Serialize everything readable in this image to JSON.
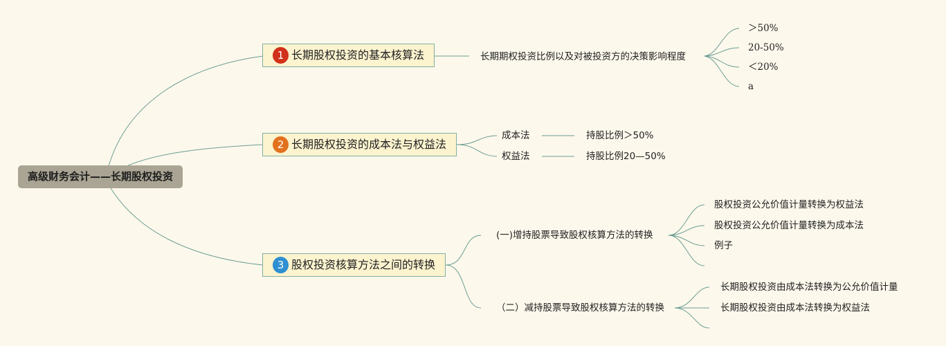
{
  "root": {
    "label": "高级财务会计——长期股权投资"
  },
  "colors": {
    "badge1": "#d1311a",
    "badge2": "#e2711d",
    "badge3": "#2e8fd1",
    "line": "#6a9d92"
  },
  "branches": [
    {
      "badge": "1",
      "label": "长期股权投资的基本核算法",
      "sub": "长期期权投资比例以及对被投资方的决策影响程度",
      "leaves": [
        "＞50%",
        "20-50%",
        "＜20%",
        "a"
      ]
    },
    {
      "badge": "2",
      "label": "长期股权投资的成本法与权益法",
      "methods": [
        {
          "name": "成本法",
          "detail": "持股比例＞50%"
        },
        {
          "name": "权益法",
          "detail": "持股比例20—50%"
        }
      ]
    },
    {
      "badge": "3",
      "label": "股权投资核算方法之间的转换",
      "groups": [
        {
          "label": "(一)增持股票导致股权核算方法的转换",
          "items": [
            "股权投资公允价值计量转换为权益法",
            "股权投资公允价值计量转换为成本法",
            "例子",
            ""
          ]
        },
        {
          "label": "（二）减持股票导致股权核算方法的转换",
          "items": [
            "长期股权投资由成本法转换为公允价值计量",
            "长期股权投资由成本法转换为权益法",
            ""
          ]
        }
      ]
    }
  ]
}
